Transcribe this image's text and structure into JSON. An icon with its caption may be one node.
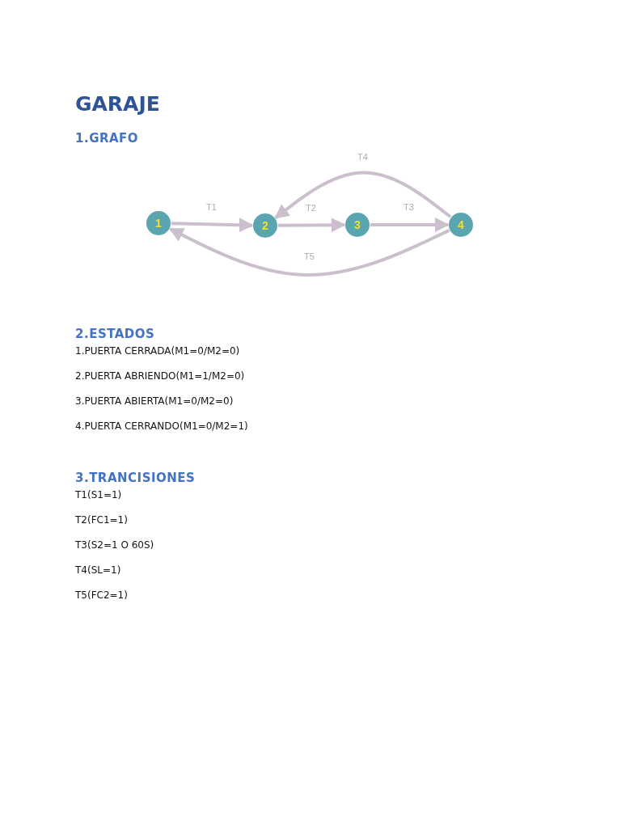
{
  "diagram": {
    "title": "GARAJE",
    "nodes": [
      {
        "text": [
          "1"
        ]
      },
      {
        "text": [
          "2"
        ]
      },
      {
        "text": [
          "3"
        ]
      },
      {
        "text": [
          "4"
        ]
      }
    ],
    "edges": [
      {
        "from": 0,
        "to": 1,
        "arrow": "to",
        "label": "T1"
      },
      {
        "from": 1,
        "to": 2,
        "arrow": "to",
        "label": "T2"
      },
      {
        "from": 2,
        "to": 3,
        "arrow": "to",
        "label": "T3"
      },
      {
        "from": 3,
        "to": 1,
        "arrow": "to",
        "label": "T4"
      },
      {
        "from": 3,
        "to": 0,
        "arrow": "to",
        "label": "T5"
      }
    ],
    "labels": [
      "1.GRAFO",
      "2.ESTADOS",
      "1.PUERTA CERRADA(M1=0/M2=0)",
      "2.PUERTA ABRIENDO(M1=1/M2=0)",
      "3.PUERTA ABIERTA(M1=0/M2=0)",
      "4.PUERTA CERRANDO(M1=0/M2=1)",
      "3.TRANCISIONES",
      "T1(S1=1)",
      "T2(FC1=1)",
      "T3(S2=1 O 60S)",
      "T4(SL=1)",
      "T5(FC2=1)"
    ]
  }
}
